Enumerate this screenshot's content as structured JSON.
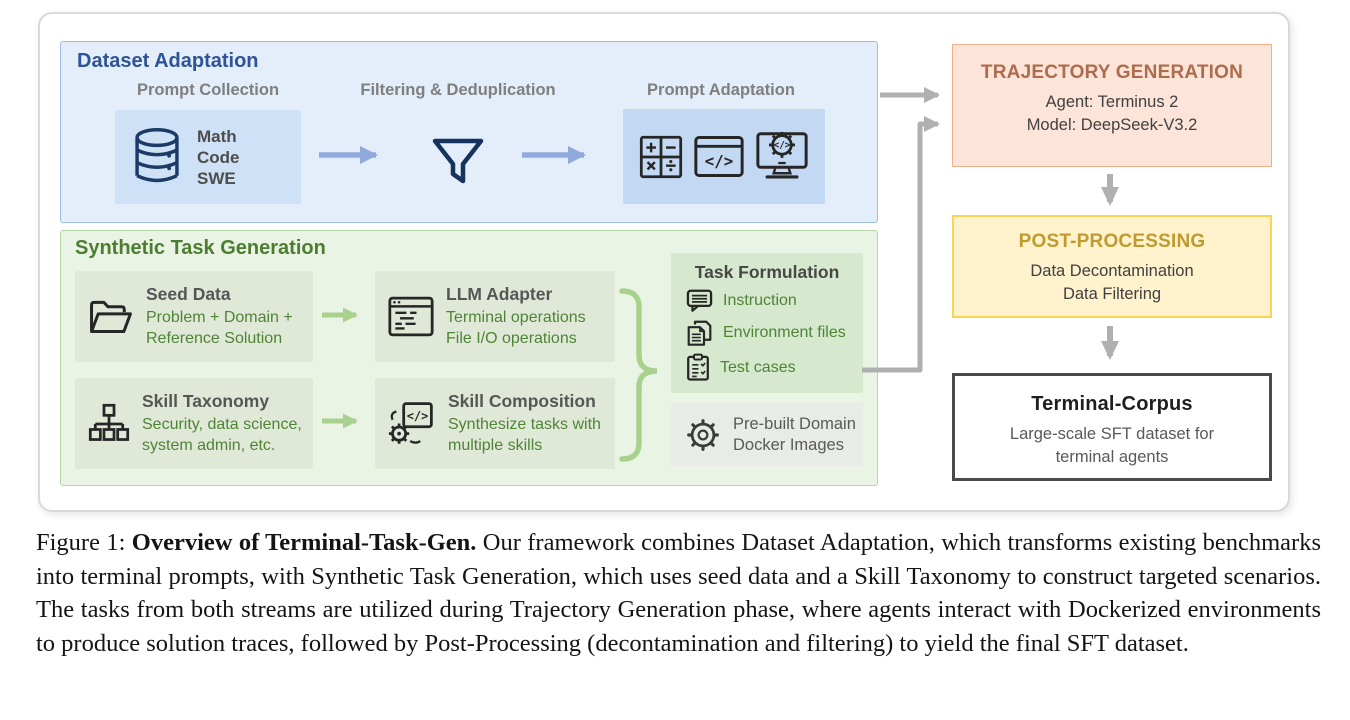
{
  "colors": {
    "blue_panel": "#e4eefa",
    "blue_border": "#9fbde4",
    "blue_title": "#2e5496",
    "blue_card": "#cfe1f6",
    "blue_card_dark": "#c3d8f2",
    "navy_icon": "#1b3a66",
    "periwinkle_arrow": "#8faadc",
    "gray_label": "#7f7f7f",
    "green_panel": "#eaf4e5",
    "green_border": "#b5d6a5",
    "green_title": "#4c7d31",
    "green_card": "#e0e9d8",
    "green_card_dark": "#d6e8cd",
    "green_text": "#4e8436",
    "green_arrow": "#a9d18e",
    "gray_card": "#e8ebe6",
    "gray_arrow": "#b0b0b0",
    "orange_fill": "#fce5d8",
    "orange_border": "#f0b189",
    "orange_title": "#ad6c4d",
    "yellow_fill": "#fff2cc",
    "yellow_border": "#f9d456",
    "yellow_title": "#bf9b2f",
    "dark_box_border": "#4a4a4a",
    "body_text": "#404040"
  },
  "icons": [
    "database-icon",
    "funnel-icon",
    "calculator-icon",
    "code-window-icon",
    "monitor-gear-icon",
    "folder-icon",
    "hierarchy-icon",
    "terminal-window-icon",
    "gear-code-icon",
    "speech-bubble-icon",
    "documents-icon",
    "clipboard-icon",
    "gear-icon"
  ],
  "dataset_adaptation": {
    "title": "Dataset Adaptation",
    "col_labels": [
      "Prompt Collection",
      "Filtering & Deduplication",
      "Prompt Adaptation"
    ],
    "db_lines": [
      "Math",
      "Code",
      "SWE"
    ]
  },
  "synthetic": {
    "title": "Synthetic Task Generation",
    "cards": [
      {
        "title": "Seed Data",
        "lines": [
          "Problem + Domain +",
          "Reference Solution"
        ]
      },
      {
        "title": "Skill Taxonomy",
        "lines": [
          "Security, data science,",
          "system admin, etc."
        ]
      },
      {
        "title": "LLM Adapter",
        "lines": [
          "Terminal operations",
          "File I/O operations"
        ]
      },
      {
        "title": "Skill Composition",
        "lines": [
          "Synthesize tasks with",
          "multiple skills"
        ]
      }
    ],
    "task_formulation": {
      "title": "Task Formulation",
      "items": [
        "Instruction",
        "Environment files",
        "Test cases"
      ]
    },
    "docker_card": {
      "lines": [
        "Pre-built Domain",
        "Docker Images"
      ]
    }
  },
  "pipeline": [
    {
      "title": "TRAJECTORY GENERATION",
      "lines": [
        "Agent: Terminus 2",
        "Model: DeepSeek-V3.2"
      ]
    },
    {
      "title": "POST-PROCESSING",
      "lines": [
        "Data Decontamination",
        "Data Filtering"
      ]
    },
    {
      "title": "Terminal-Corpus",
      "lines": [
        "Large-scale SFT dataset for",
        "terminal agents"
      ]
    }
  ],
  "caption": {
    "prefix": "Figure 1: ",
    "bold": "Overview of Terminal-Task-Gen.",
    "body": " Our framework combines Dataset Adaptation, which transforms existing benchmarks into terminal prompts, with Synthetic Task Generation, which uses seed data and a Skill Taxonomy to construct targeted scenarios. The tasks from both streams are utilized during Trajectory Generation phase, where agents interact with Dockerized environments to produce solution traces, followed by Post-Processing (decontamination and filtering) to yield the final SFT dataset."
  }
}
